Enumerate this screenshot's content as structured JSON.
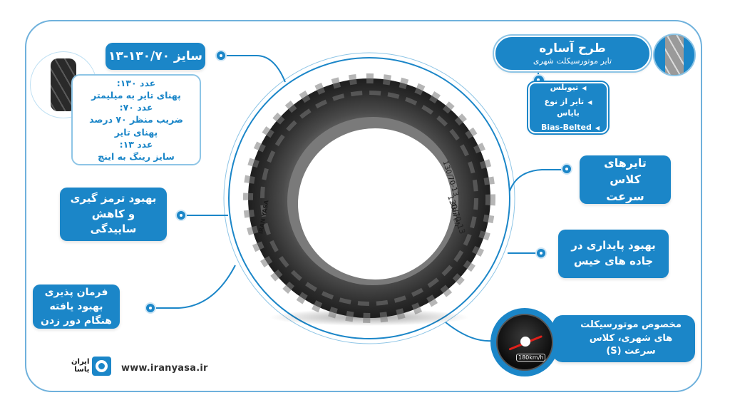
{
  "colors": {
    "accent": "#1b86c8",
    "frame_border": "#6fb1dc",
    "outline_border": "#8ec5e6",
    "background": "#ffffff",
    "needle": "#e0201a"
  },
  "pattern": {
    "title": "طرح آساره",
    "subtitle": "تایر موتورسیکلت شهری",
    "features": [
      "تیوبلس",
      "تایر از نوع بایاس",
      "Bias-Belted"
    ],
    "bullet_icon": "triangle-left-icon"
  },
  "size": {
    "title": "سایز ۱۳۰/۷۰-۱۳",
    "lines": [
      "عدد ۱۳۰:",
      "پهنای تایر به میلیمتر",
      "عدد ۷۰:",
      "ضریب منظر ۷۰ درصد پهنای تایر",
      "عدد ۱۳:",
      "سایز رینگ به اینچ"
    ]
  },
  "callouts": {
    "braking": "بهبود ترمز گیری و کاهش ساییدگی",
    "steering": "فرمان پذیری بهبود یافته هنگام دور زدن",
    "speed_class": "تایرهای کلاس سرعت",
    "wet_road": "بهبود پایداری در جاده های خیس",
    "usage": "مخصوص موتورسیکلت های شهری، کلاس سرعت (S)"
  },
  "tire": {
    "sidewall_size": "130/70-13",
    "sidewall_model": "Asareh",
    "sidewall_brand": "IRAN YASA"
  },
  "speedometer": {
    "odometer": "180km/h"
  },
  "footer": {
    "logo_text_line1": "ایران",
    "logo_text_line2": "یاسا",
    "url": "www.iranyasa.ir"
  }
}
